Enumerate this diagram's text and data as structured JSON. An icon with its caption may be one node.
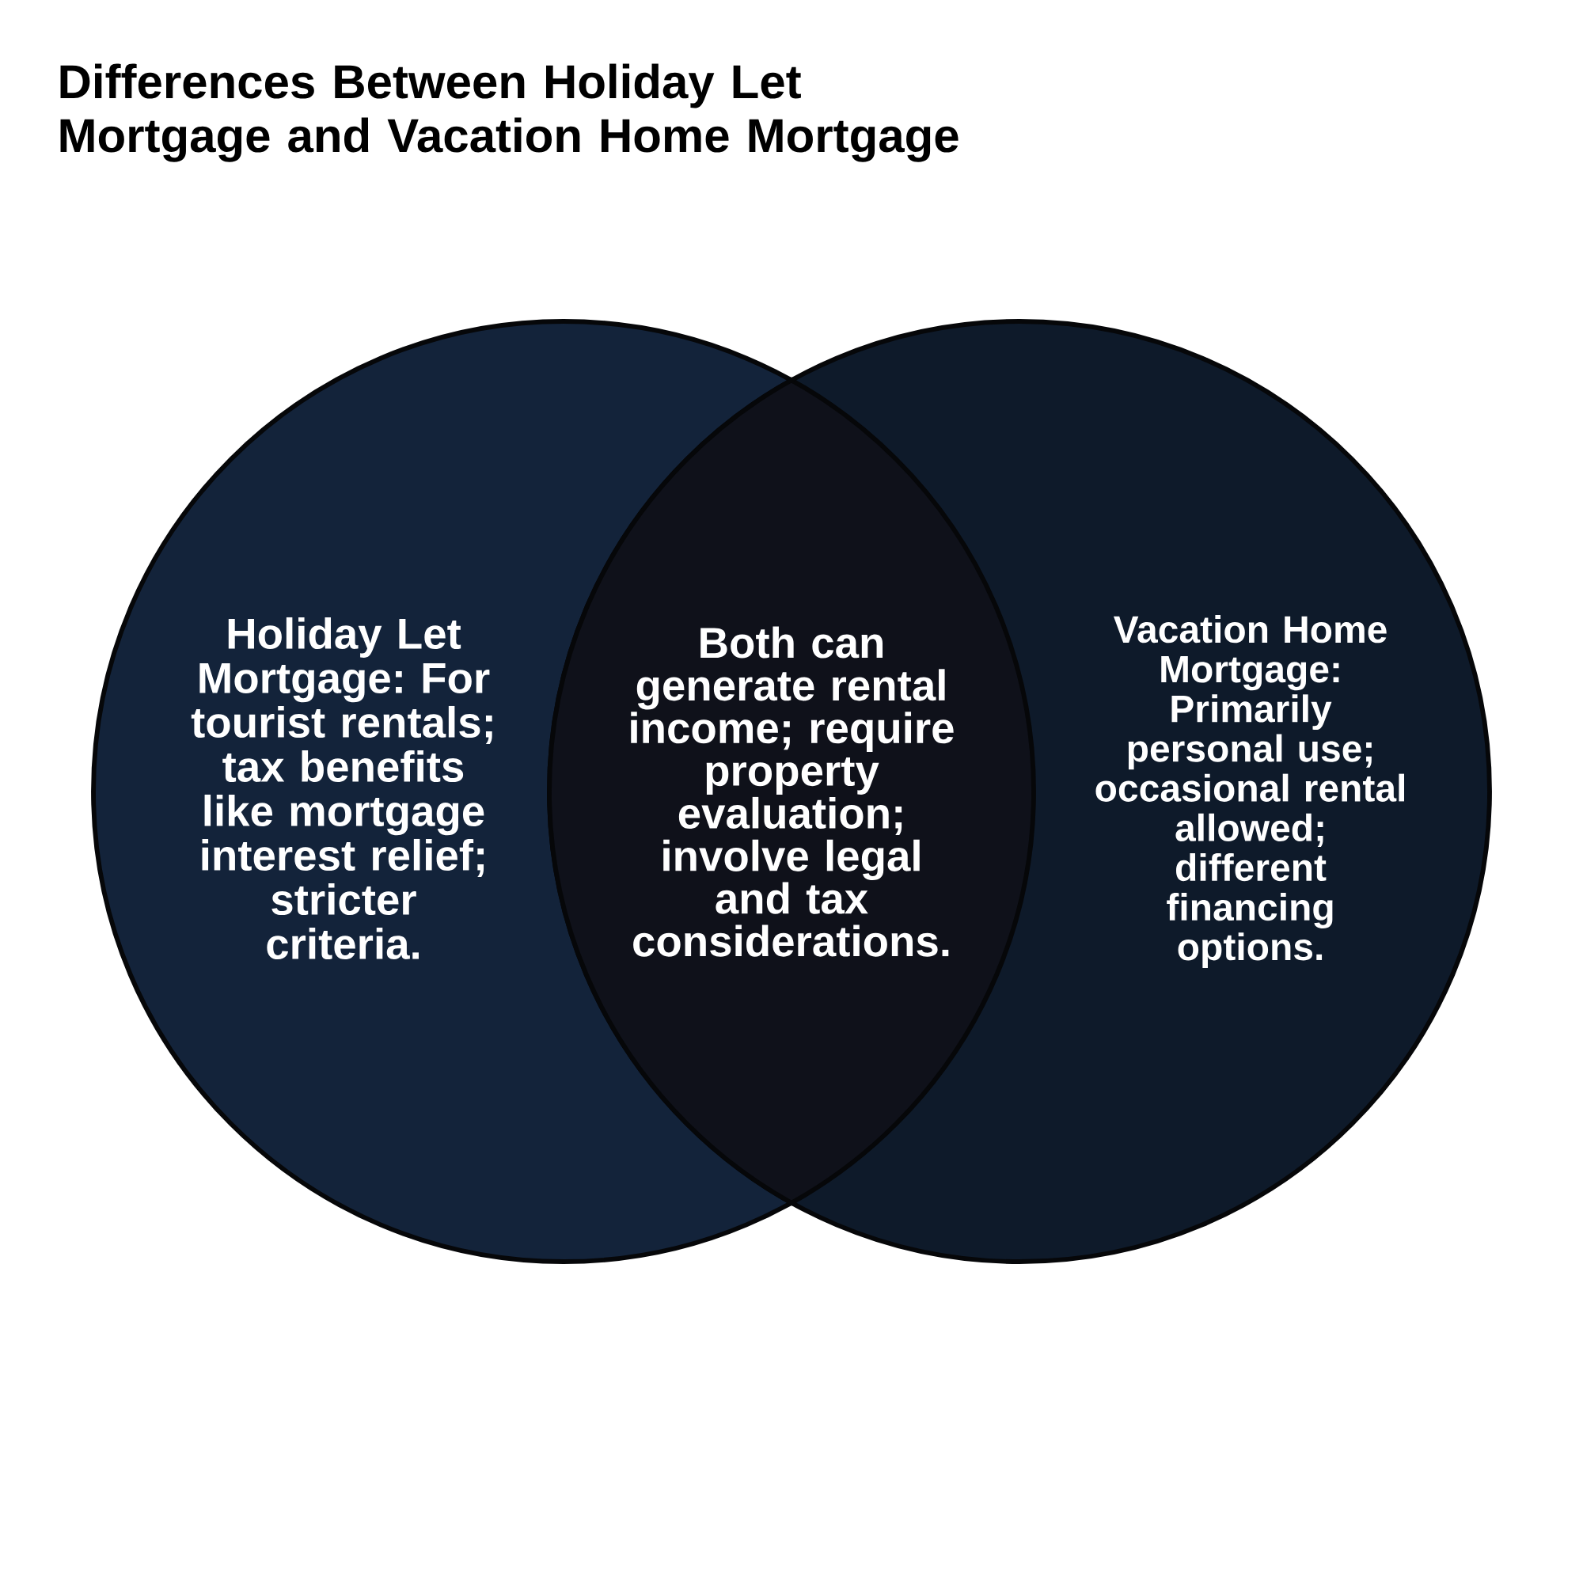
{
  "diagram": {
    "title": "Differences Between Holiday Let Mortgage and Vacation Home Mortgage",
    "nodes": [
      {
        "text": [
          "Holiday Let Mortgage: For tourist rentals; tax benefits like mortgage interest relief; stricter criteria."
        ]
      },
      {
        "text": [
          "Both can generate rental income; require property evaluation; involve legal and tax considerations."
        ]
      },
      {
        "text": [
          "Vacation Home Mortgage: Primarily personal use; occasional rental allowed; different financing options."
        ]
      }
    ]
  }
}
